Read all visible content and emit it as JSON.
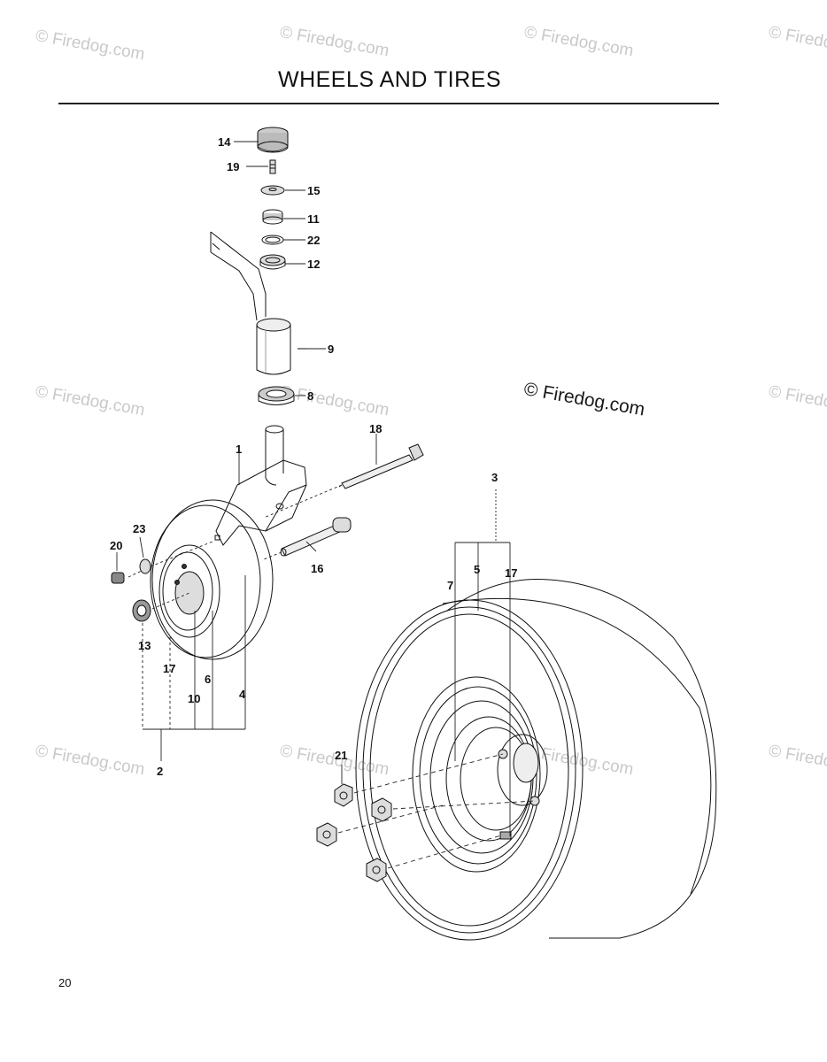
{
  "title": "WHEELS AND TIRES",
  "page_number": "20",
  "watermark": "© Firedog.com",
  "watermark_main": "© Firedog.com",
  "callouts": {
    "c14": "14",
    "c19": "19",
    "c15": "15",
    "c11": "11",
    "c22": "22",
    "c12": "12",
    "c9": "9",
    "c8": "8",
    "c18": "18",
    "c1": "1",
    "c3": "3",
    "c23": "23",
    "c20": "20",
    "c16": "16",
    "c13": "13",
    "c17a": "17",
    "c6": "6",
    "c10": "10",
    "c4": "4",
    "c2": "2",
    "c7": "7",
    "c5": "5",
    "c17b": "17",
    "c21": "21"
  },
  "colors": {
    "line": "#111111",
    "watermark": "#c9c9c9",
    "paper": "#ffffff"
  }
}
